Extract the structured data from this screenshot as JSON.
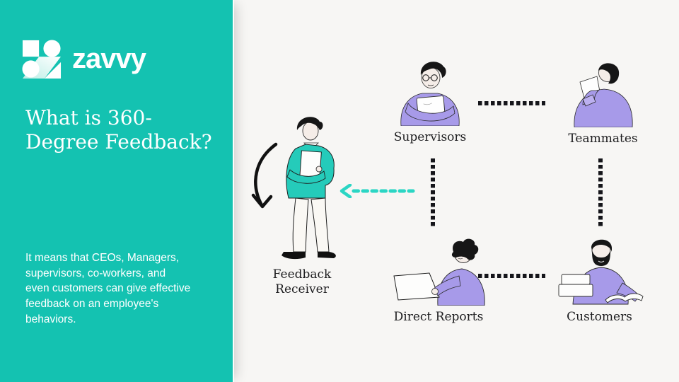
{
  "brand": {
    "name": "zavvy"
  },
  "panel": {
    "title": "What is 360-\nDegree Feedback?",
    "description": "It means that CEOs, Managers,\nsupervisors, co-workers, and\neven customers can give effective\nfeedback on an employee's\nbehaviors."
  },
  "diagram": {
    "receiver": {
      "label": "Feedback\nReceiver"
    },
    "nodes": [
      {
        "label": "Supervisors"
      },
      {
        "label": "Teammates"
      },
      {
        "label": "Direct Reports"
      },
      {
        "label": "Customers"
      }
    ],
    "figures": {
      "receiver": "person-in-teal-sweater-holding-document",
      "supervisors": "person-with-glasses-holding-clipboard",
      "teammates": "person-back-view-reading-paper",
      "direct_reports": "person-with-curly-hair-typing-on-laptop",
      "customers": "bearded-person-at-desk-with-papers-and-book"
    },
    "icons": {
      "curved_arrow": "curved-arrow-down-icon",
      "dashed_arrow": "teal-dashed-arrow-left-icon",
      "connectors": "black-dotted-line-connector"
    }
  },
  "colors": {
    "teal_panel": "#14C2B1",
    "teal_bright": "#2BD6C4",
    "purple": "#A79AE9",
    "background": "#F7F6F4",
    "ink": "#1D1D1F",
    "white": "#FFFFFF"
  }
}
